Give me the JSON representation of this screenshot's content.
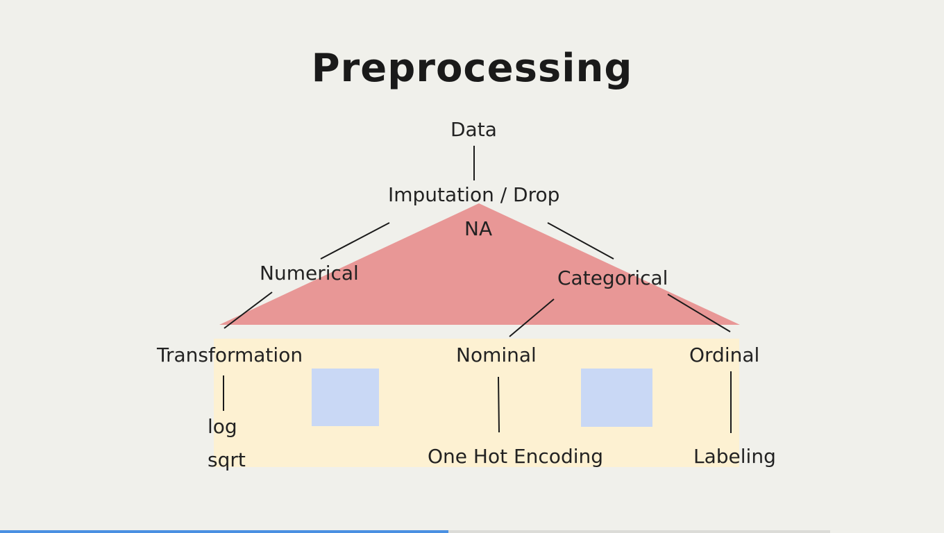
{
  "slide": {
    "title": "Preprocessing",
    "nodes": {
      "data": "Data",
      "imputation": "Imputation / Drop",
      "na": "NA",
      "numerical": "Numerical",
      "categorical": "Categorical",
      "transformation": "Transformation",
      "nominal": "Nominal",
      "ordinal": "Ordinal",
      "log": "log",
      "sqrt": "sqrt",
      "one_hot": "One Hot Encoding",
      "labeling": "Labeling"
    }
  },
  "colors": {
    "background": "#f0f0eb",
    "roof": "#e89796",
    "house_wall": "#fdf1d2",
    "window": "#c9d8f5",
    "line": "#1a1a1a",
    "progress": "#4a90e2"
  },
  "progress": {
    "fraction": 0.54
  }
}
